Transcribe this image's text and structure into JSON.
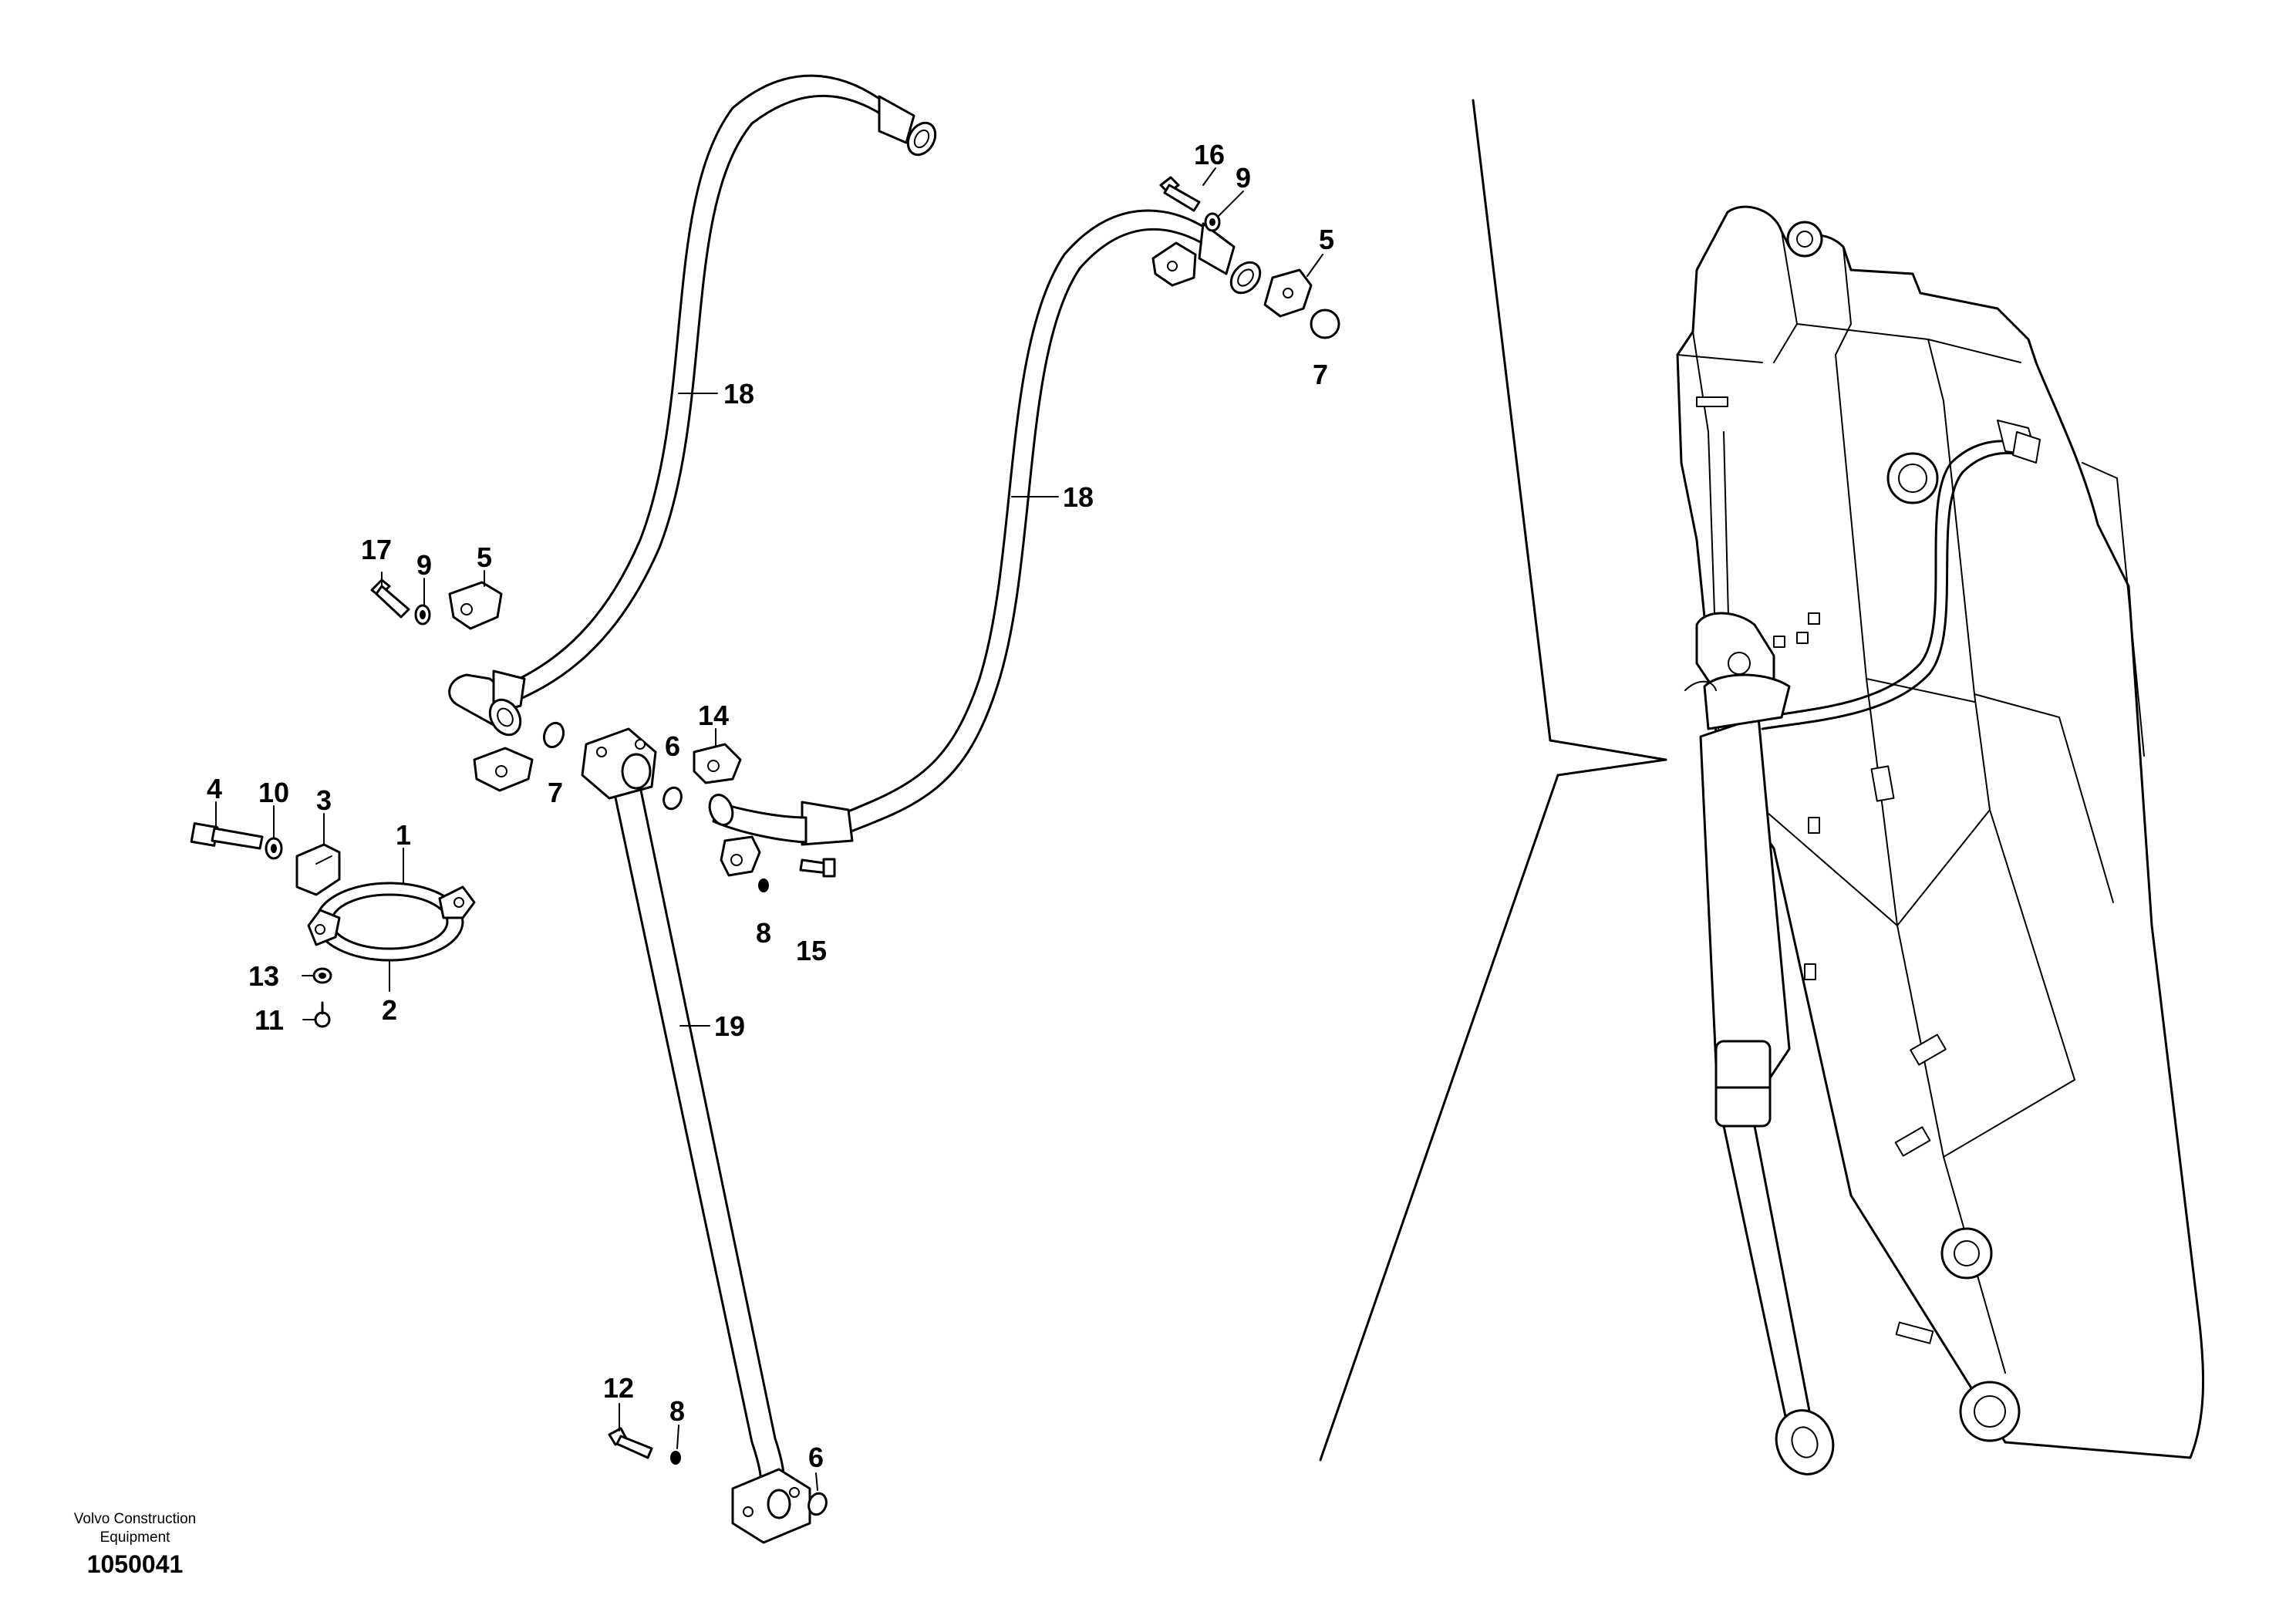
{
  "footer": {
    "company_line1": "Volvo Construction",
    "company_line2": "Equipment",
    "drawing_number": "1050041"
  },
  "callouts": {
    "c1": "1",
    "c2": "2",
    "c3": "3",
    "c4": "4",
    "c5a": "5",
    "c5b": "5",
    "c6a": "6",
    "c6b": "6",
    "c7a": "7",
    "c7b": "7",
    "c8a": "8",
    "c8b": "8",
    "c9a": "9",
    "c9b": "9",
    "c10": "10",
    "c11": "11",
    "c12": "12",
    "c13": "13",
    "c14": "14",
    "c15": "15",
    "c16": "16",
    "c17": "17",
    "c18a": "18",
    "c18b": "18",
    "c19": "19"
  }
}
